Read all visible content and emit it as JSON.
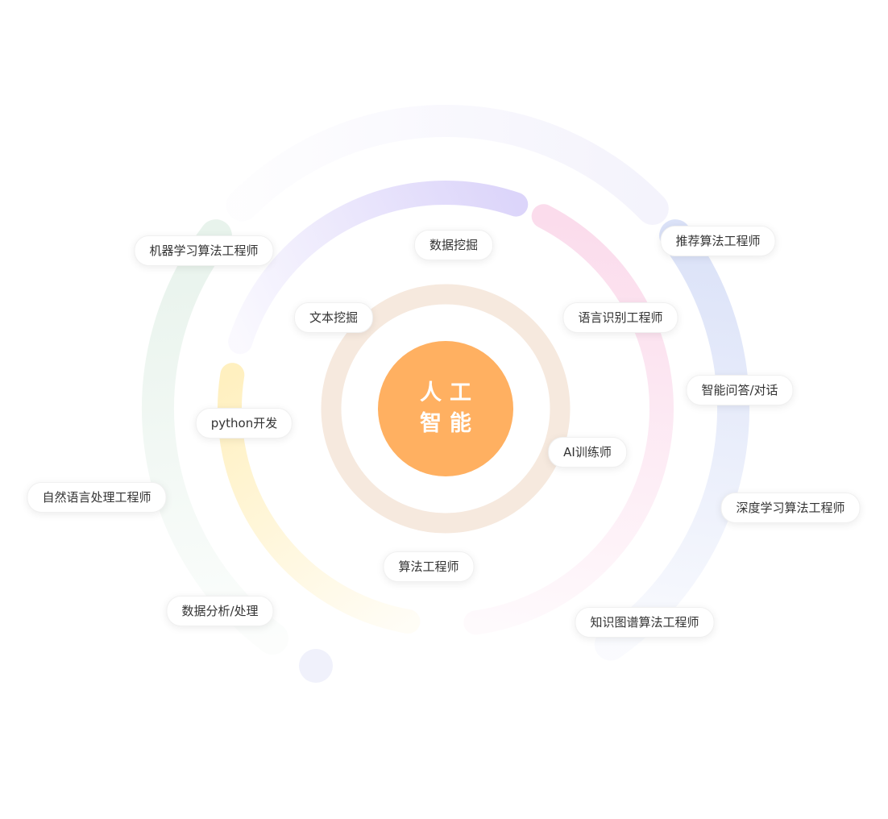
{
  "center": {
    "line1": "人工",
    "line2": "智能",
    "color": "#ffb061"
  },
  "labels": {
    "ml_engineer": "机器学习算法工程师",
    "data_mining": "数据挖掘",
    "recommend_engineer": "推荐算法工程师",
    "text_mining": "文本挖掘",
    "speech_engineer": "语言识别工程师",
    "qa_dialog": "智能问答/对话",
    "python_dev": "python开发",
    "ai_trainer": "AI训练师",
    "nlp_engineer": "自然语言处理工程师",
    "dl_engineer": "深度学习算法工程师",
    "algo_engineer": "算法工程师",
    "data_analysis": "数据分析/处理",
    "kg_engineer": "知识图谱算法工程师"
  },
  "colors": {
    "inner_ring": "#f6e9de",
    "purple": "#dcd5fa",
    "pink": "#fbdcec",
    "yellow": "#fff0c0",
    "blue": "#dbe2f8",
    "green": "#e8f3ec",
    "faint": "#f4f3fc"
  }
}
